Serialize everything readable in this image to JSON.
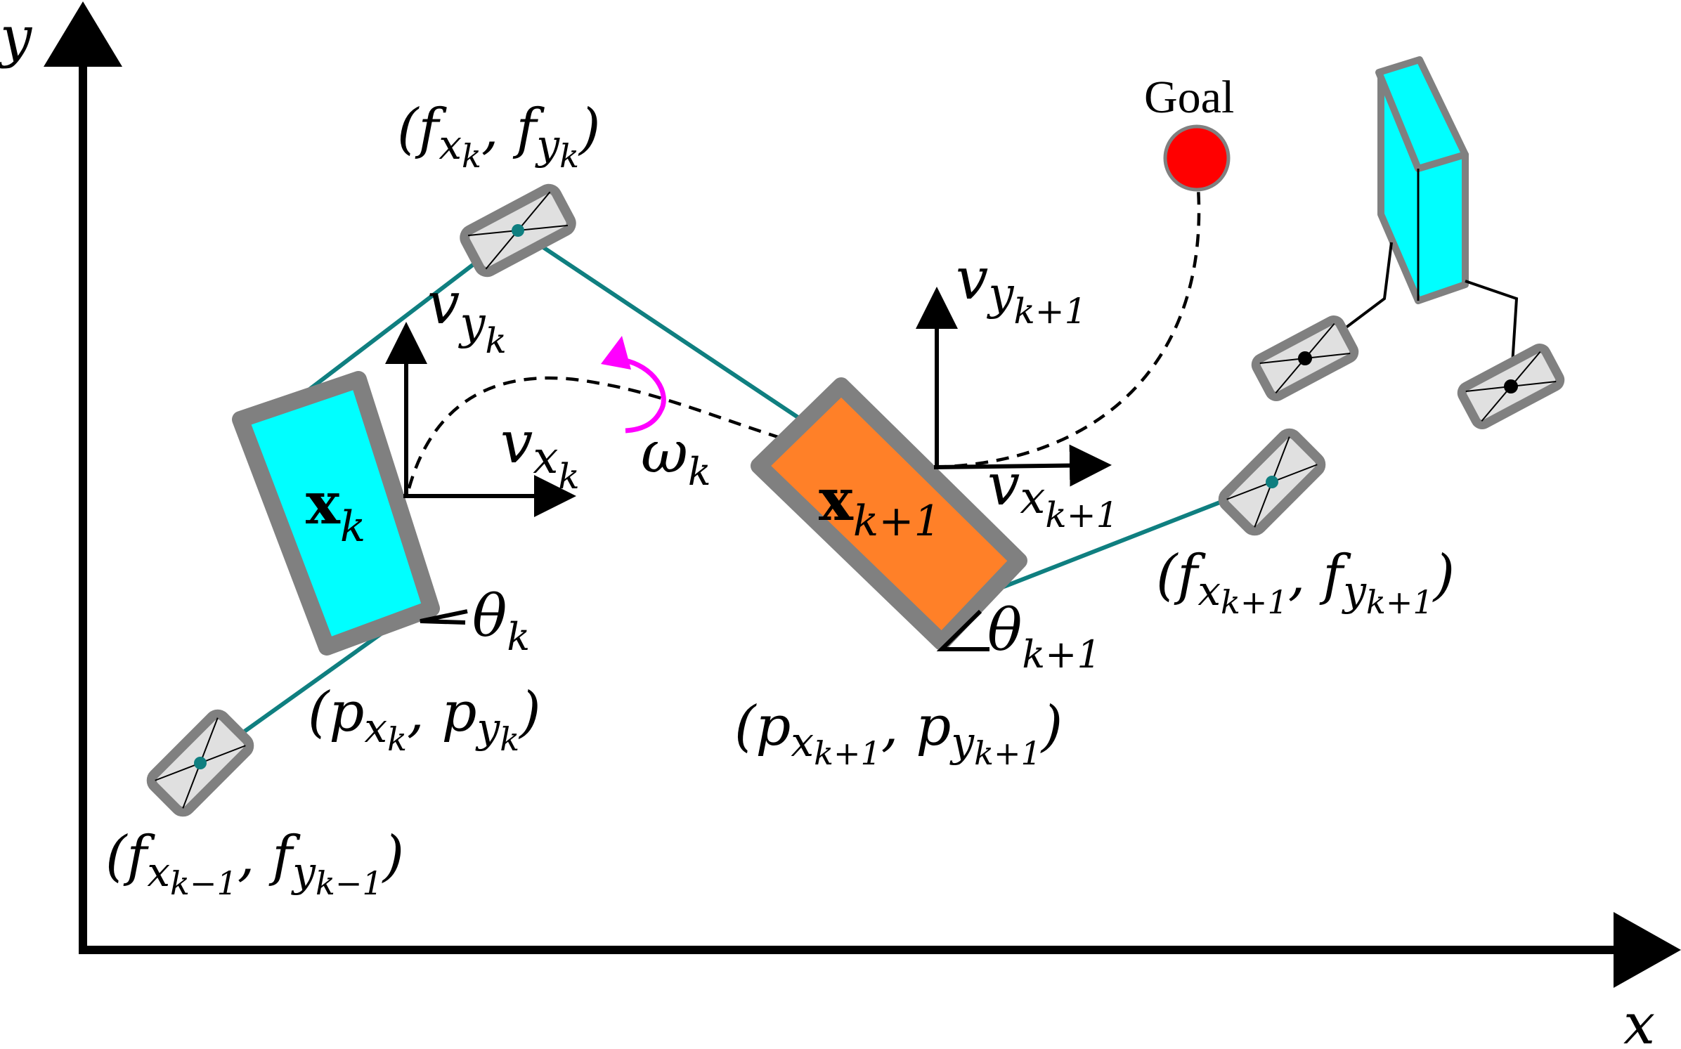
{
  "axes": {
    "x_label": "x",
    "y_label": "y"
  },
  "goal": {
    "label": "Goal",
    "color": "#ff0000"
  },
  "robot_k": {
    "state_main": "x",
    "state_sub": "k",
    "color": "#00ffff",
    "vx_main": "v",
    "vx_mid": "x",
    "vx_sub": "k",
    "vy_main": "v",
    "vy_mid": "y",
    "vy_sub": "k",
    "theta_main": "θ",
    "theta_sub": "k",
    "omega_main": "ω",
    "omega_sub": "k",
    "pos": {
      "open": "(p",
      "a": "x",
      "a_sub": "k",
      "comma": ", p",
      "b": "y",
      "b_sub": "k",
      "close": ")"
    }
  },
  "robot_k1": {
    "state_main": "x",
    "state_sub": "k+1",
    "color": "#ff8028",
    "vx_main": "v",
    "vx_mid": "x",
    "vx_sub": "k+1",
    "vy_main": "v",
    "vy_mid": "y",
    "vy_sub": "k+1",
    "theta_main": "θ",
    "theta_sub": "k+1",
    "pos": {
      "open": "(p",
      "a": "x",
      "a_sub": "k+1",
      "comma": ", p",
      "b": "y",
      "b_sub": "k+1",
      "close": ")"
    }
  },
  "feature_k": {
    "open": "(f",
    "a": "x",
    "a_sub": "k",
    "comma": ", f",
    "b": "y",
    "b_sub": "k",
    "close": ")"
  },
  "feature_km1": {
    "open": "(f",
    "a": "x",
    "a_sub": "k−1",
    "comma": ", f",
    "b": "y",
    "b_sub": "k−1",
    "close": ")"
  },
  "feature_kp1": {
    "open": "(f",
    "a": "x",
    "a_sub": "k+1",
    "comma": ", f",
    "b": "y",
    "b_sub": "k+1",
    "close": ")"
  },
  "colors": {
    "link": "#0f7f80",
    "omega_arrow": "#ff00ff",
    "body_outline": "#808080",
    "feature_fill": "#e0e0e0"
  }
}
